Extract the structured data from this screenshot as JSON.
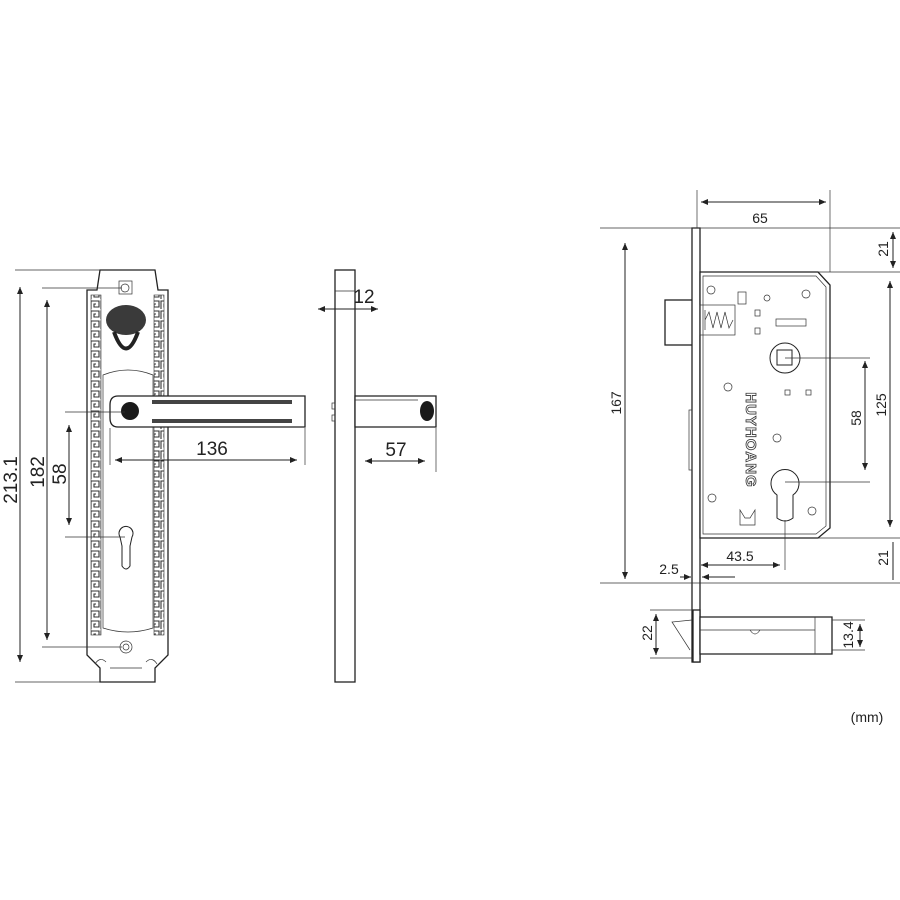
{
  "units": "(mm)",
  "brand": "HUYHOANG",
  "handle_front": {
    "overall_height": "213.1",
    "screw_spacing": "182",
    "lever_to_cylinder": "58",
    "lever_length": "136"
  },
  "handle_side": {
    "plate_thickness": "12",
    "lever_projection": "57"
  },
  "mortise": {
    "backset_width": "65",
    "top_offset": "21",
    "face_height": "167",
    "body_height": "125",
    "spindle_to_cylinder": "58",
    "bottom_offset": "21",
    "faceplate_thickness": "2.5",
    "backset": "43.5"
  },
  "mortise_bottom": {
    "faceplate_width": "22",
    "body_width": "13.4"
  }
}
